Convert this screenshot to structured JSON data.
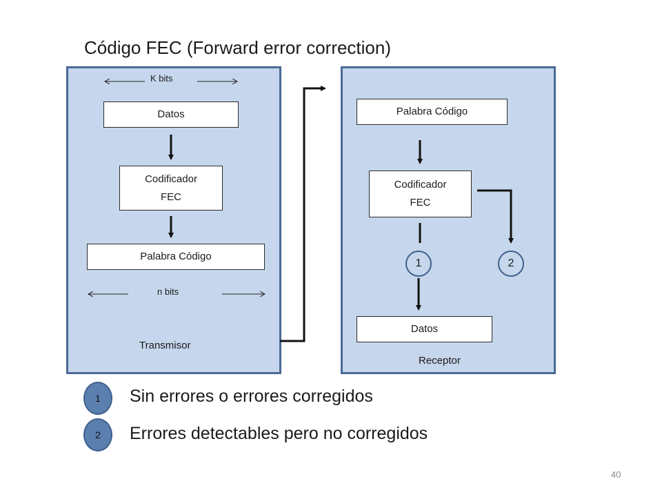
{
  "title": "Código FEC (Forward error correction)",
  "transmitter": {
    "k_bits": "K bits",
    "data": "Datos",
    "encoder": "Codificador FEC",
    "codeword": "Palabra Código",
    "n_bits": "n bits",
    "label": "Transmisor"
  },
  "receiver": {
    "codeword": "Palabra Código",
    "encoder": "Codificador FEC",
    "out1": "1",
    "out2": "2",
    "data": "Datos",
    "label": "Receptor"
  },
  "legend": {
    "items": [
      {
        "num": "1",
        "text": "Sin errores o errores corregidos"
      },
      {
        "num": "2",
        "text": "Errores detectables pero no corregidos"
      }
    ]
  },
  "page_number": "40",
  "colors": {
    "panel_fill": "#c6d6ec",
    "panel_border": "#4a6a95",
    "legend_circle": "#5b7fae"
  }
}
